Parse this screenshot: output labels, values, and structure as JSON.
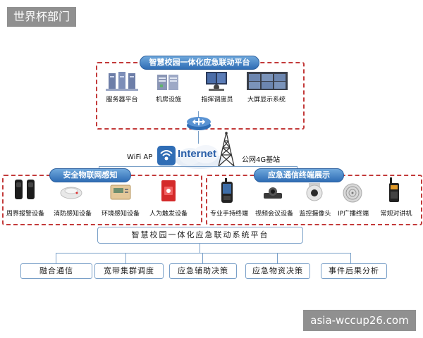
{
  "watermarks": {
    "top_left": "世界杯部门",
    "bottom_right": "asia-wccup26.com"
  },
  "top_section": {
    "title": "智慧校园一体化应急联动平台",
    "items": [
      {
        "label": "服务器平台",
        "icon": "server-rack-icon"
      },
      {
        "label": "机房设施",
        "icon": "data-center-icon"
      },
      {
        "label": "指挥调度员",
        "icon": "dispatcher-icon"
      },
      {
        "label": "大屏显示系统",
        "icon": "video-wall-icon"
      }
    ]
  },
  "network": {
    "router_icon": "router-icon",
    "wifi_label": "WiFi AP",
    "internet_label": "Internet",
    "tower_label": "公网4G基站"
  },
  "left_section": {
    "title": "安全物联网感知",
    "items": [
      {
        "label": "周界报警设备",
        "icon": "perimeter-sensor-icon"
      },
      {
        "label": "消防感知设备",
        "icon": "smoke-detector-icon"
      },
      {
        "label": "环境感知设备",
        "icon": "environment-sensor-icon"
      },
      {
        "label": "人为触发设备",
        "icon": "alarm-button-icon"
      }
    ]
  },
  "right_section": {
    "title": "应急通信终端展示",
    "items": [
      {
        "label": "专业手持终端",
        "icon": "handheld-terminal-icon"
      },
      {
        "label": "视频会议设备",
        "icon": "video-conference-icon"
      },
      {
        "label": "监控摄像头",
        "icon": "dome-camera-icon"
      },
      {
        "label": "IP广播终端",
        "icon": "speaker-icon"
      },
      {
        "label": "常规对讲机",
        "icon": "walkie-talkie-icon"
      }
    ]
  },
  "platform": {
    "title": "智慧校园一体化应急联动系统平台",
    "modules": [
      "融合通信",
      "宽带集群调度",
      "应急辅助决策",
      "应急物资决策",
      "事件后果分析"
    ]
  }
}
